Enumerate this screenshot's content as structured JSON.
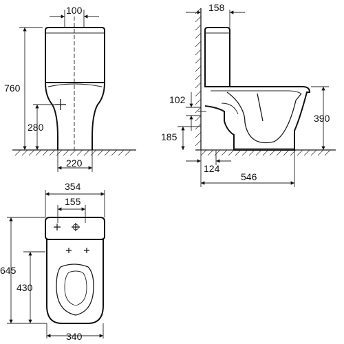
{
  "views": {
    "front": {
      "dims": {
        "top_width": "100",
        "height": "760",
        "inlet_height": "280",
        "base_width": "220"
      }
    },
    "side": {
      "dims": {
        "tank_depth": "158",
        "outlet_offset": "102",
        "outlet_height": "185",
        "seat_height": "390",
        "wall_gap": "124",
        "depth": "546"
      }
    },
    "top": {
      "dims": {
        "tank_width": "354",
        "holes_spacing": "155",
        "length": "645",
        "bowl_length": "430",
        "bowl_width": "340"
      }
    }
  }
}
